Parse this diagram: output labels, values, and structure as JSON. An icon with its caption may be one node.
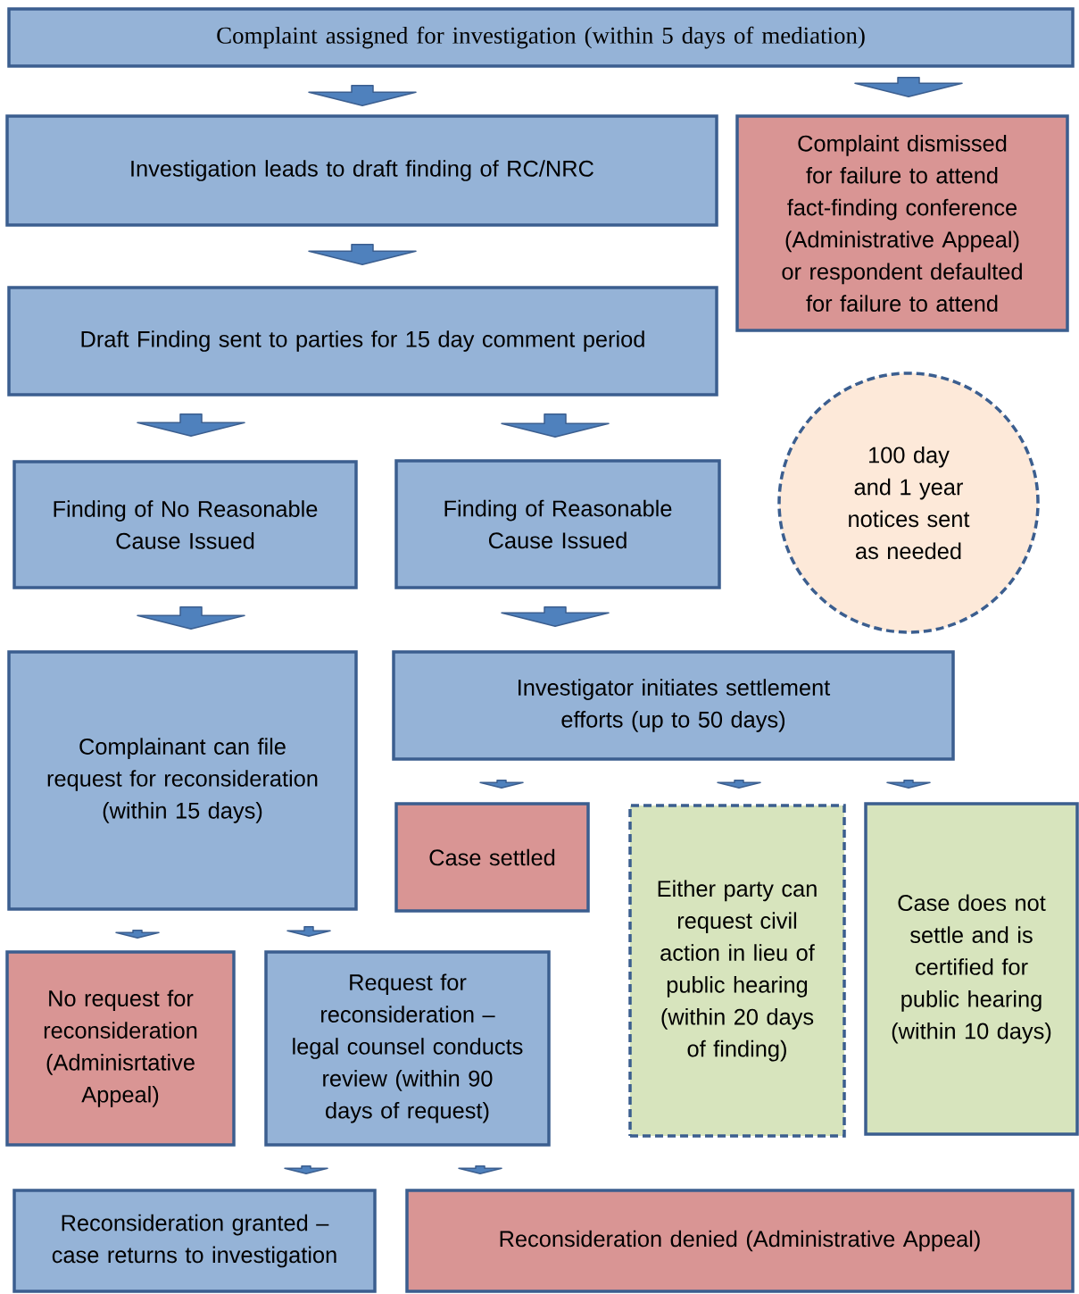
{
  "diagram": {
    "nodes": [
      {
        "text": [
          "Complaint assigned for investigation (within 5 days of mediation)"
        ]
      },
      {
        "text": [
          "Investigation leads to draft finding of RC/NRC"
        ]
      },
      {
        "text": [
          "Complaint dismissed for failure to attend fact-finding conference (Administrative Appeal) or respondent defaulted for failure to attend"
        ]
      },
      {
        "text": [
          "Draft Finding sent to parties for 15 day comment period"
        ]
      },
      {
        "text": [
          "100 day and 1 year notices sent as needed"
        ]
      },
      {
        "text": [
          "Finding of No Reasonable Cause Issued"
        ]
      },
      {
        "text": [
          "Finding of Reasonable Cause Issued"
        ]
      },
      {
        "text": [
          "Complainant can file request for reconsideration (within 15 days)"
        ]
      },
      {
        "text": [
          "Investigator initiates settlement efforts (up to 50 days)"
        ]
      },
      {
        "text": [
          "Case settled"
        ]
      },
      {
        "text": [
          "Either party can request civil action in lieu of public hearing (within 20 days of finding)"
        ]
      },
      {
        "text": [
          "Case does not settle and is certified for public hearing (within 10 days)"
        ]
      },
      {
        "text": [
          "No request for reconsideration (Adminisrtative Appeal)"
        ]
      },
      {
        "text": [
          "Request for reconsideration – legal counsel conducts review (within 90 days of request)"
        ]
      },
      {
        "text": [
          "Reconsideration granted – case returns to investigation"
        ]
      },
      {
        "text": [
          "Reconsideration denied (Administrative Appeal)"
        ]
      }
    ],
    "edges": [
      {
        "from": 0,
        "to": 1,
        "arrow": "to"
      },
      {
        "from": 0,
        "to": 2,
        "arrow": "to"
      },
      {
        "from": 1,
        "to": 3,
        "arrow": "to"
      },
      {
        "from": 3,
        "to": 5,
        "arrow": "to"
      },
      {
        "from": 3,
        "to": 6,
        "arrow": "to"
      },
      {
        "from": 5,
        "to": 7,
        "arrow": "to"
      },
      {
        "from": 6,
        "to": 8,
        "arrow": "to"
      },
      {
        "from": 8,
        "to": 9,
        "arrow": "to"
      },
      {
        "from": 8,
        "to": 10,
        "arrow": "to"
      },
      {
        "from": 8,
        "to": 11,
        "arrow": "to"
      },
      {
        "from": 7,
        "to": 12,
        "arrow": "to"
      },
      {
        "from": 7,
        "to": 13,
        "arrow": "to"
      },
      {
        "from": 13,
        "to": 14,
        "arrow": "to"
      },
      {
        "from": 13,
        "to": 15,
        "arrow": "to"
      }
    ]
  }
}
